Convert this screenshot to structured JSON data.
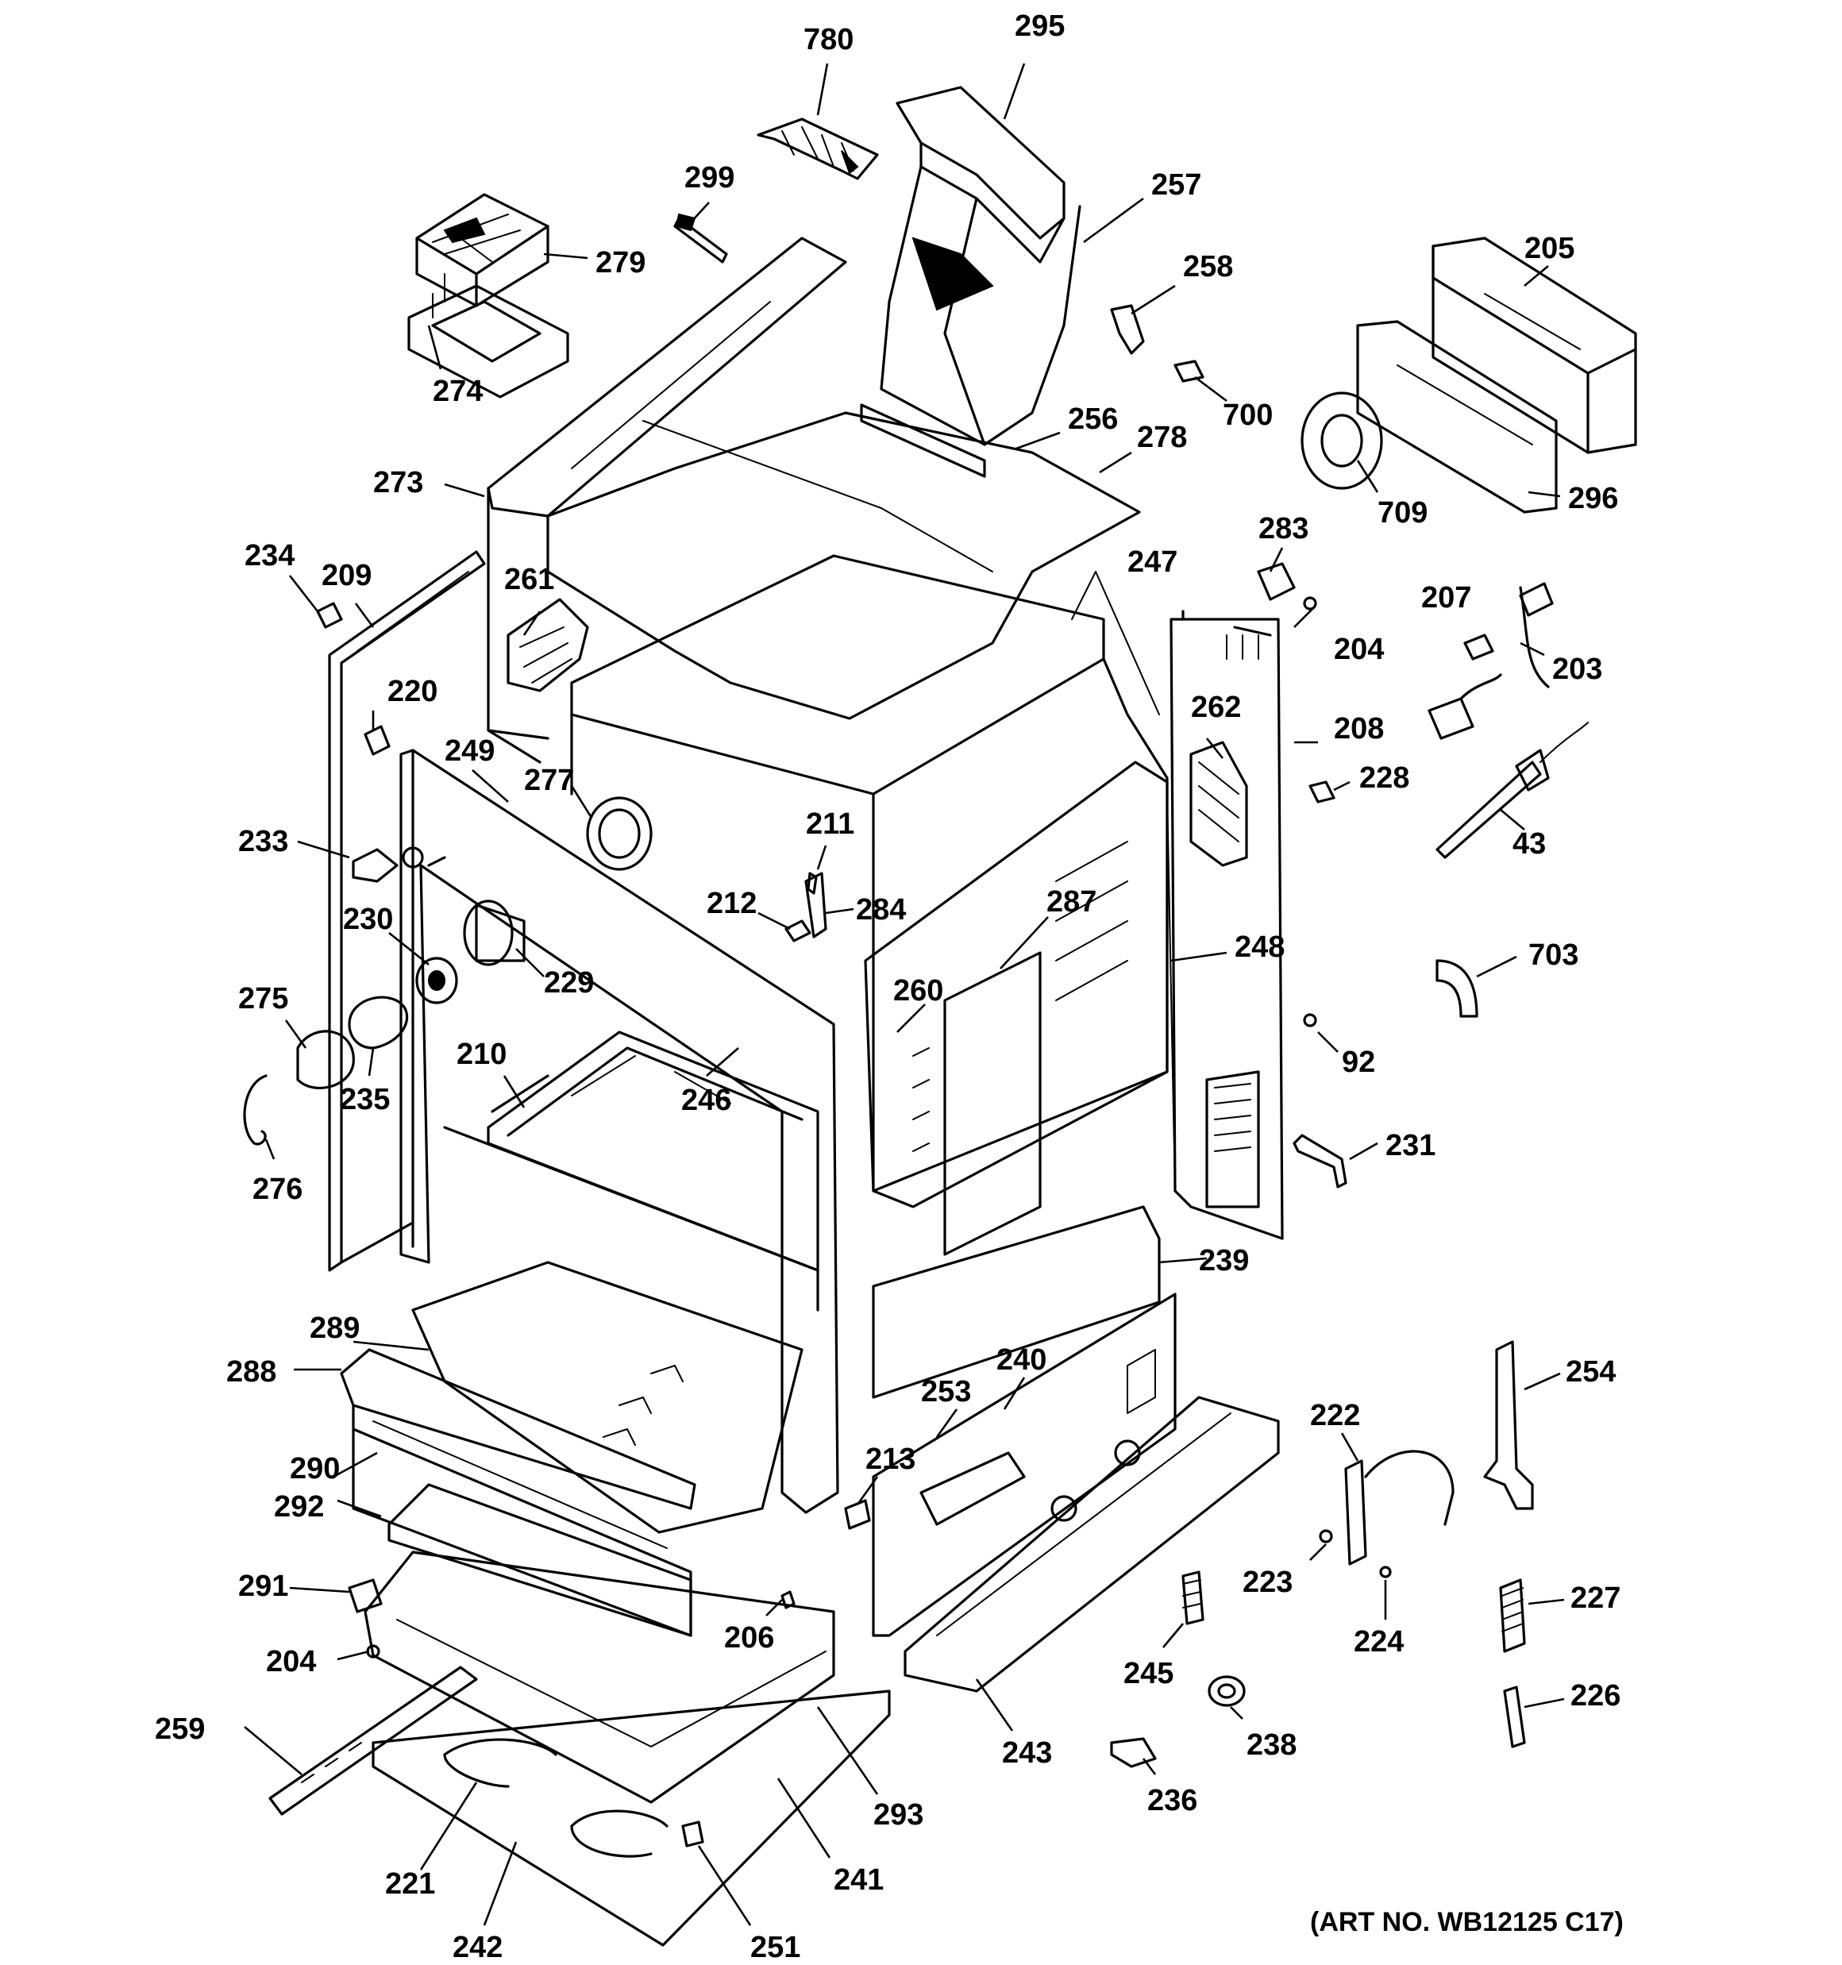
{
  "art_number": "(ART NO. WB12125 C17)",
  "callouts": {
    "c780": "780",
    "c295": "295",
    "c299": "299",
    "c257": "257",
    "c279": "279",
    "c258": "258",
    "c205": "205",
    "c274": "274",
    "c700": "700",
    "c256": "256",
    "c278": "278",
    "c273": "273",
    "c709": "709",
    "c296": "296",
    "c234": "234",
    "c209": "209",
    "c261": "261",
    "c283": "283",
    "c247": "247",
    "c207": "207",
    "c204a": "204",
    "c203": "203",
    "c220": "220",
    "c262": "262",
    "c208": "208",
    "c249": "249",
    "c277": "277",
    "c228": "228",
    "c211": "211",
    "c233": "233",
    "c43": "43",
    "c212": "212",
    "c284": "284",
    "c287": "287",
    "c230": "230",
    "c248": "248",
    "c229": "229",
    "c703": "703",
    "c260": "260",
    "c275": "275",
    "c210": "210",
    "c92": "92",
    "c246": "246",
    "c235": "235",
    "c231": "231",
    "c276": "276",
    "c239": "239",
    "c289": "289",
    "c240": "240",
    "c288": "288",
    "c253": "253",
    "c254": "254",
    "c222": "222",
    "c290": "290",
    "c213": "213",
    "c292": "292",
    "c223": "223",
    "c227": "227",
    "c291": "291",
    "c206": "206",
    "c224": "224",
    "c204b": "204",
    "c245": "245",
    "c226": "226",
    "c259": "259",
    "c238": "238",
    "c243": "243",
    "c293": "293",
    "c236": "236",
    "c221": "221",
    "c241": "241",
    "c242": "242",
    "c251": "251"
  }
}
